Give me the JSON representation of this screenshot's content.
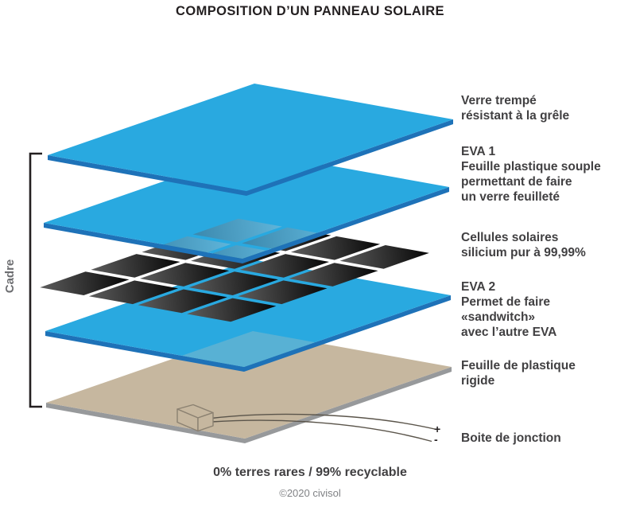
{
  "title": "COMPOSITION D’UN PANNEAU SOLAIRE",
  "cadre_label": "Cadre",
  "labels": {
    "verre": "Verre trempé\nrésistant à la grêle",
    "eva1": "EVA 1\nFeuille plastique souple\npermettant de faire\nun verre feuilleté",
    "cellules": "Cellules solaires\nsilicium pur à 99,99%",
    "eva2": "EVA 2\nPermet de faire\n«sandwitch»\navec l’autre EVA",
    "feuille": "Feuille de plastique\nrigide",
    "boite": "Boite de jonction"
  },
  "polarity": {
    "plus": "+",
    "minus": "-"
  },
  "footer": "0% terres rares / 99% recyclable",
  "copyright": "©2020 civisol",
  "colors": {
    "layer_blue": "#29A9E0",
    "layer_blue_edge": "#1E72B8",
    "cell_light": "#5D5D5D",
    "cell_dark": "#060606",
    "through_cell_light": "#5FB5DA",
    "through_cell_dark": "#3B88AD",
    "through_tan": "#58B1D4",
    "tan": "#C6B79F",
    "tan_edge": "#97999B",
    "box_outline": "#8B8171",
    "wire": "#5B554B",
    "bracket": "#231F20"
  }
}
